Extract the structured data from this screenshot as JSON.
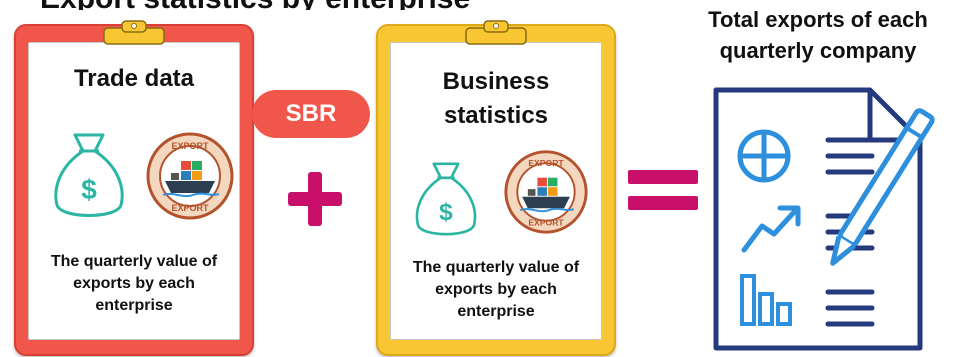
{
  "top_banner": {
    "text": "Export statistics by enterprise"
  },
  "operator_label": "SBR",
  "left_card": {
    "title": "Trade data",
    "description_lines": [
      "The quarterly value of",
      "exports by each",
      "enterprise"
    ],
    "stamp_text_top": "EXPORT",
    "stamp_text_bottom": "EXPORT"
  },
  "middle_card": {
    "title_lines": [
      "Business",
      "statistics"
    ],
    "description_lines": [
      "The quarterly value of",
      "exports by each",
      "enterprise"
    ],
    "stamp_text_top": "EXPORT",
    "stamp_text_bottom": "EXPORT"
  },
  "result": {
    "title_lines": [
      "Total exports of each",
      "quarterly company"
    ]
  },
  "colors": {
    "red": "#f0564a",
    "yellow": "#f7c632",
    "magenta": "#c8106a",
    "teal": "#2bb5a3",
    "navy": "#243a7c",
    "blue": "#2e8fdc"
  }
}
